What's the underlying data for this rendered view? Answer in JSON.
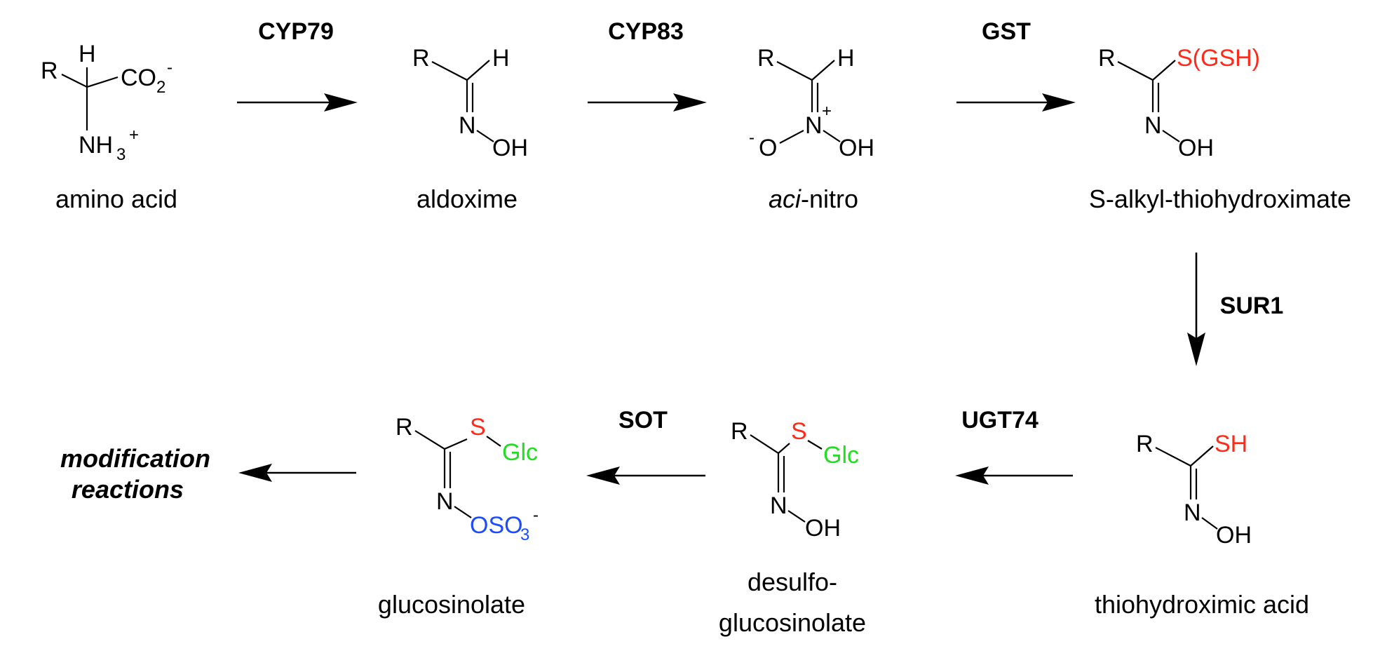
{
  "enzymes": {
    "cyp79": "CYP79",
    "cyp83": "CYP83",
    "gst": "GST",
    "sur1": "SUR1",
    "ugt74": "UGT74",
    "sot": "SOT"
  },
  "compounds": {
    "amino_acid": "amino acid",
    "aldoxime": "aldoxime",
    "aci_nitro_italic": "aci",
    "aci_nitro_rest": "-nitro",
    "s_alkyl": "S-alkyl-thiohydroximate",
    "thiohydroximic": "thiohydroximic acid",
    "desulfo_line1": "desulfo-",
    "desulfo_line2": "glucosinolate",
    "glucosinolate": "glucosinolate",
    "modification_line1": "modification",
    "modification_line2": "reactions"
  },
  "atoms": {
    "R": "R",
    "H": "H",
    "N": "N",
    "OH": "OH",
    "O": "O",
    "CO": "CO",
    "two": "2",
    "minus": "-",
    "plus": "+",
    "NH": "NH",
    "three": "3",
    "S": "S",
    "SGSH": "S(GSH)",
    "SH": "SH",
    "Glc": "Glc",
    "OSO": "OSO"
  },
  "colors": {
    "sulfur": "#ff2a1a",
    "glucose": "#22dd22",
    "sulfate": "#1d4bff"
  }
}
